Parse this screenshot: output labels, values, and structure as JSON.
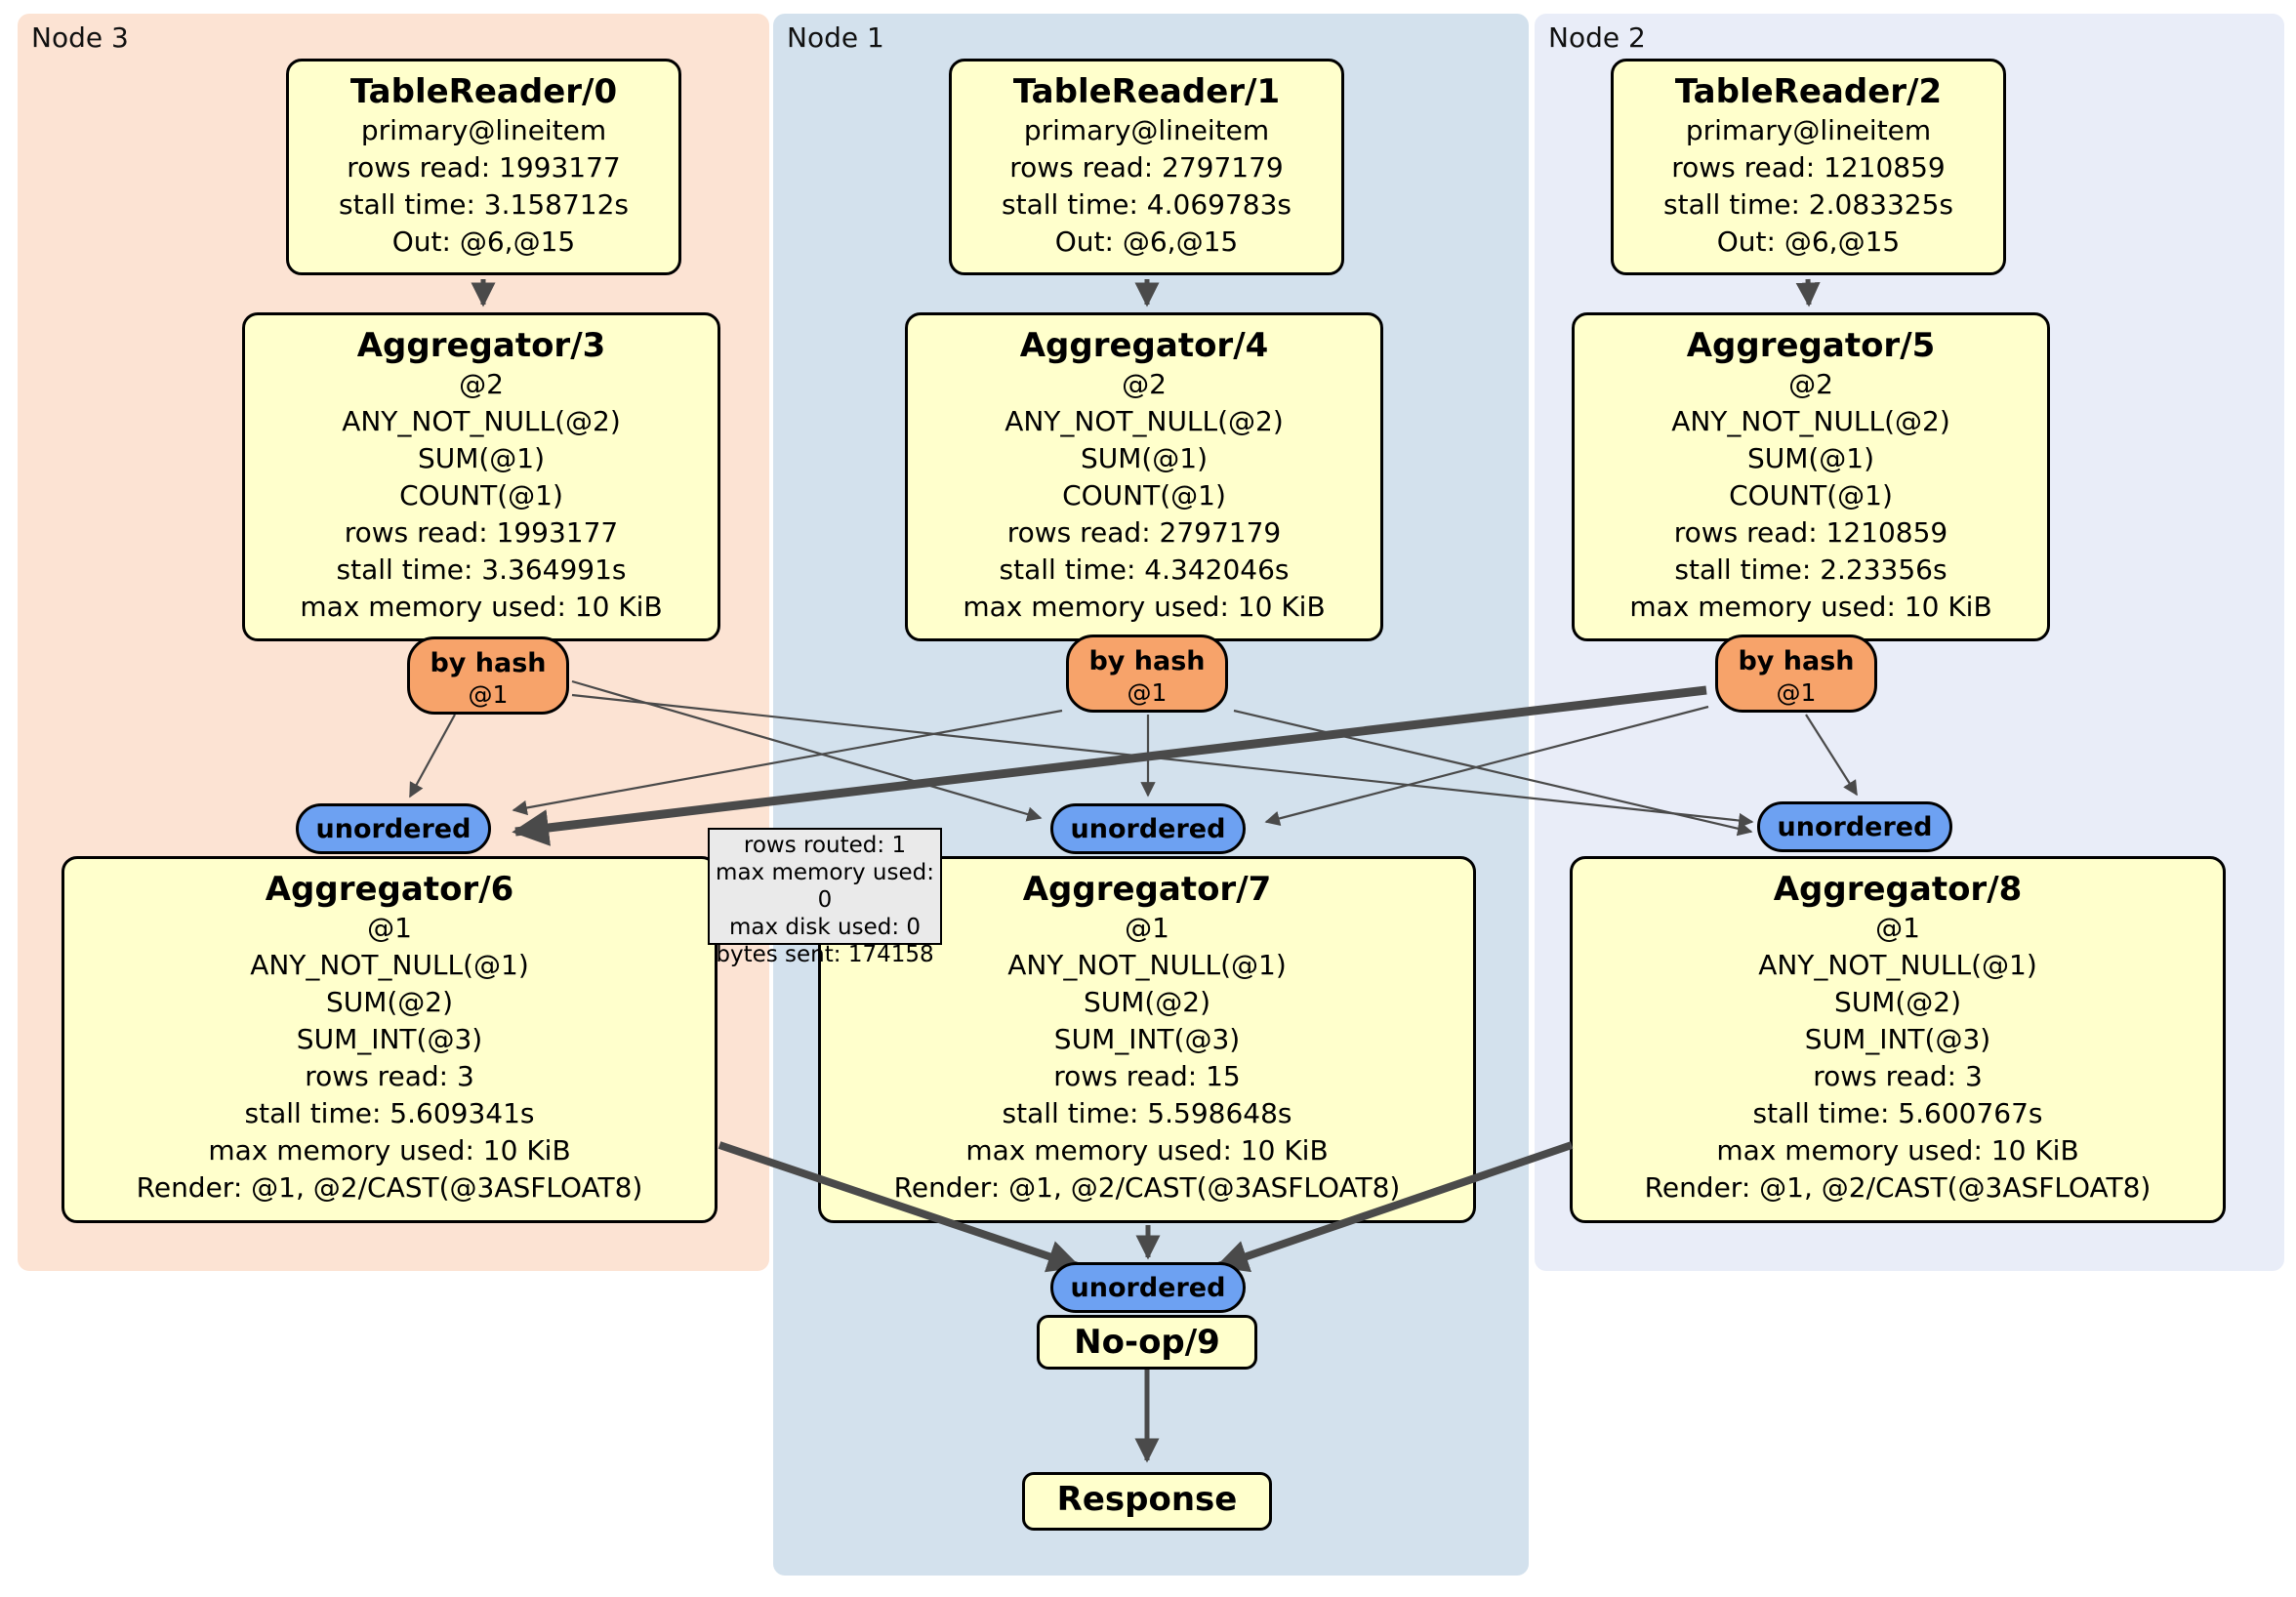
{
  "panels": {
    "node3": {
      "label": "Node 3"
    },
    "node1": {
      "label": "Node 1"
    },
    "node2": {
      "label": "Node 2"
    }
  },
  "boxes": {
    "tr0": {
      "title": "TableReader/0",
      "lines": [
        "primary@lineitem",
        "rows read: 1993177",
        "stall time: 3.158712s",
        "Out: @6,@15"
      ]
    },
    "tr1": {
      "title": "TableReader/1",
      "lines": [
        "primary@lineitem",
        "rows read: 2797179",
        "stall time: 4.069783s",
        "Out: @6,@15"
      ]
    },
    "tr2": {
      "title": "TableReader/2",
      "lines": [
        "primary@lineitem",
        "rows read: 1210859",
        "stall time: 2.083325s",
        "Out: @6,@15"
      ]
    },
    "agg3": {
      "title": "Aggregator/3",
      "lines": [
        "@2",
        "ANY_NOT_NULL(@2)",
        "SUM(@1)",
        "COUNT(@1)",
        "rows read: 1993177",
        "stall time: 3.364991s",
        "max memory used: 10 KiB"
      ]
    },
    "agg4": {
      "title": "Aggregator/4",
      "lines": [
        "@2",
        "ANY_NOT_NULL(@2)",
        "SUM(@1)",
        "COUNT(@1)",
        "rows read: 2797179",
        "stall time: 4.342046s",
        "max memory used: 10 KiB"
      ]
    },
    "agg5": {
      "title": "Aggregator/5",
      "lines": [
        "@2",
        "ANY_NOT_NULL(@2)",
        "SUM(@1)",
        "COUNT(@1)",
        "rows read: 1210859",
        "stall time: 2.23356s",
        "max memory used: 10 KiB"
      ]
    },
    "agg6": {
      "title": "Aggregator/6",
      "lines": [
        "@1",
        "ANY_NOT_NULL(@1)",
        "SUM(@2)",
        "SUM_INT(@3)",
        "rows read: 3",
        "stall time: 5.609341s",
        "max memory used: 10 KiB",
        "Render: @1, @2/CAST(@3ASFLOAT8)"
      ]
    },
    "agg7": {
      "title": "Aggregator/7",
      "lines": [
        "@1",
        "ANY_NOT_NULL(@1)",
        "SUM(@2)",
        "SUM_INT(@3)",
        "rows read: 15",
        "stall time: 5.598648s",
        "max memory used: 10 KiB",
        "Render: @1, @2/CAST(@3ASFLOAT8)"
      ]
    },
    "agg8": {
      "title": "Aggregator/8",
      "lines": [
        "@1",
        "ANY_NOT_NULL(@1)",
        "SUM(@2)",
        "SUM_INT(@3)",
        "rows read: 3",
        "stall time: 5.600767s",
        "max memory used: 10 KiB",
        "Render: @1, @2/CAST(@3ASFLOAT8)"
      ]
    },
    "noop": {
      "title": "No-op/9"
    },
    "response": {
      "title": "Response"
    }
  },
  "router": {
    "label": "by hash",
    "sub": "@1"
  },
  "sync": {
    "label": "unordered"
  },
  "tooltip": {
    "lines": [
      "rows routed: 1",
      "max memory used: 0",
      "max disk used: 0",
      "bytes sent: 174158"
    ]
  },
  "colors": {
    "node3_bg": "#fce3d3",
    "node1_bg": "#d3e1ed",
    "node2_bg": "#e9edf8",
    "box_bg": "#ffffcc",
    "router_bg": "#f7a36a",
    "sync_bg": "#6da1f2",
    "tooltip_bg": "#eaeaea",
    "edge": "#4a4a4a"
  }
}
